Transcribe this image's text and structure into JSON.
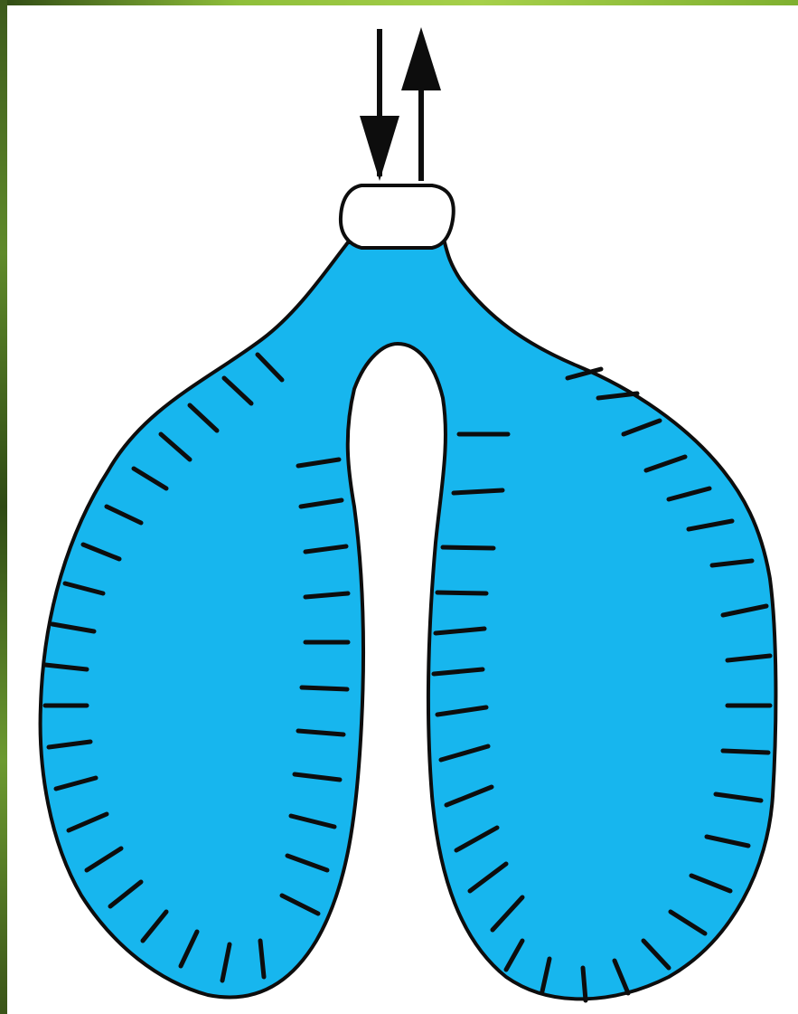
{
  "diagram": {
    "colors": {
      "lung_fill": "#17b6ee",
      "outline": "#0d0d0d",
      "trachea_fill": "#ffffff",
      "background": "#ffffff",
      "frame": "#5f8a2a"
    },
    "arrows": [
      {
        "name": "inhale-arrow",
        "direction": "down"
      },
      {
        "name": "exhale-arrow",
        "direction": "up"
      }
    ]
  }
}
